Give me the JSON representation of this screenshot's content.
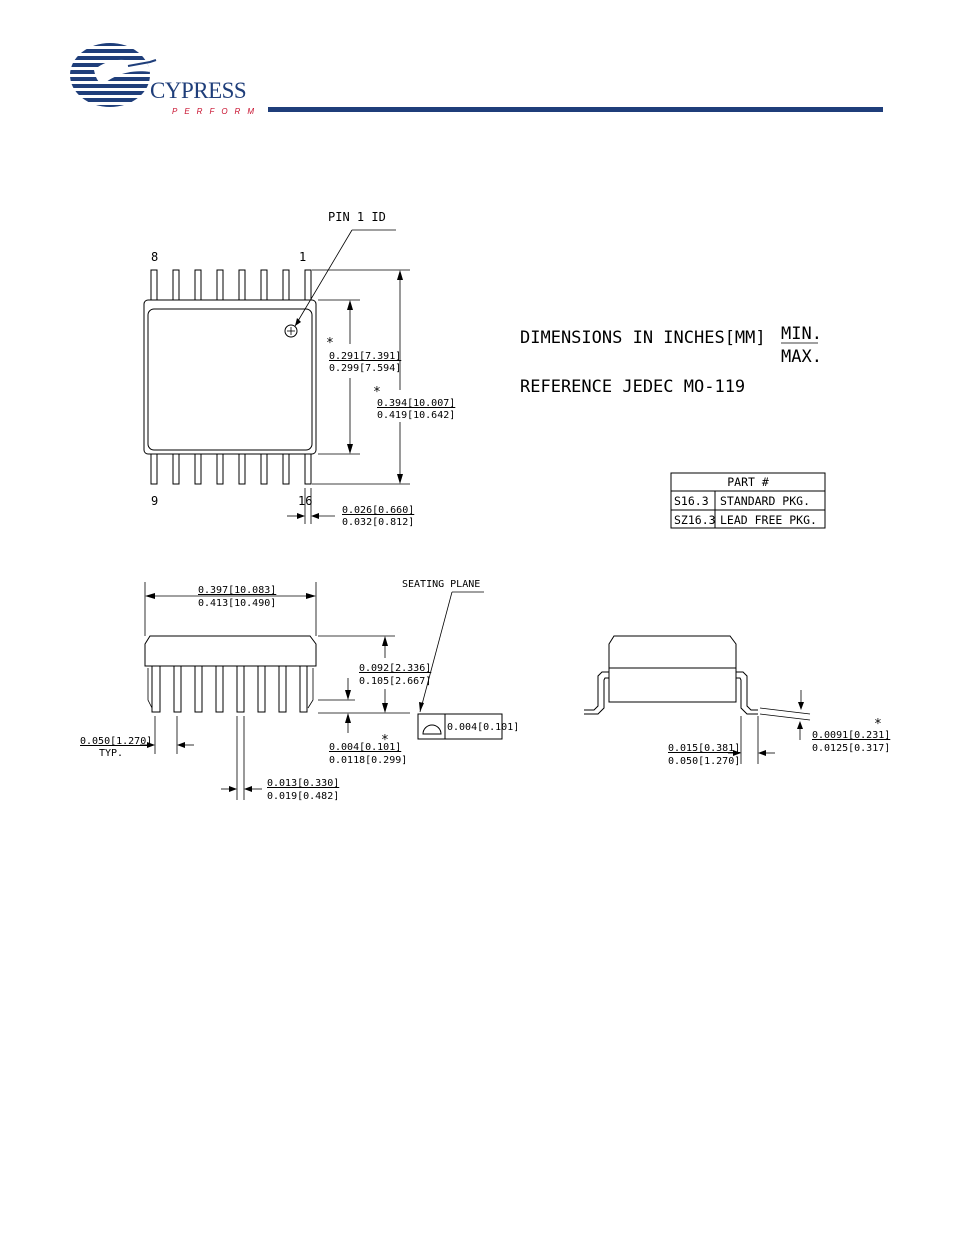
{
  "header": {
    "brand": "CYPRESS",
    "tagline": "PERFORM",
    "rule_color": "#1f3e7a",
    "brand_color": "#1f3e7a",
    "tagline_color": "#c8102e"
  },
  "top_view": {
    "pin1_label": "PIN 1 ID",
    "pin_labels": {
      "top_left": "8",
      "top_right": "1",
      "bottom_left": "9",
      "bottom_right": "16"
    },
    "body_width": {
      "min": "0.291[7.391]",
      "max": "0.299[7.594]",
      "mark": "*"
    },
    "overall_width": {
      "min": "0.394[10.007]",
      "max": "0.419[10.642]",
      "mark": "*"
    },
    "lead_width": {
      "min": "0.026[0.660]",
      "max": "0.032[0.812]"
    }
  },
  "notes": {
    "line1": "DIMENSIONS IN INCHES[MM]",
    "min_label": "MIN.",
    "max_label": "MAX.",
    "line2": "REFERENCE JEDEC MO-119"
  },
  "part_table": {
    "header": "PART #",
    "rows": [
      {
        "code": "S16.3",
        "desc": "STANDARD PKG."
      },
      {
        "code": "SZ16.3",
        "desc": "LEAD FREE PKG."
      }
    ]
  },
  "side_view": {
    "length": {
      "min": "0.397[10.083]",
      "max": "0.413[10.490]"
    },
    "seating_label": "SEATING PLANE",
    "height": {
      "min": "0.092[2.336]",
      "max": "0.105[2.667]"
    },
    "standoff": {
      "min": "0.004[0.101]",
      "max": "0.0118[0.299]",
      "mark": "*"
    },
    "coplanarity": "0.004[0.101]",
    "pitch": {
      "min": "0.050[1.270]",
      "note": "TYP."
    },
    "lead_thickness": {
      "min": "0.013[0.330]",
      "max": "0.019[0.482]"
    }
  },
  "end_view": {
    "foot_length": {
      "min": "0.015[0.381]",
      "max": "0.050[1.270]"
    },
    "lead_thick": {
      "min": "0.0091[0.231]",
      "max": "0.0125[0.317]",
      "mark": "*"
    }
  }
}
